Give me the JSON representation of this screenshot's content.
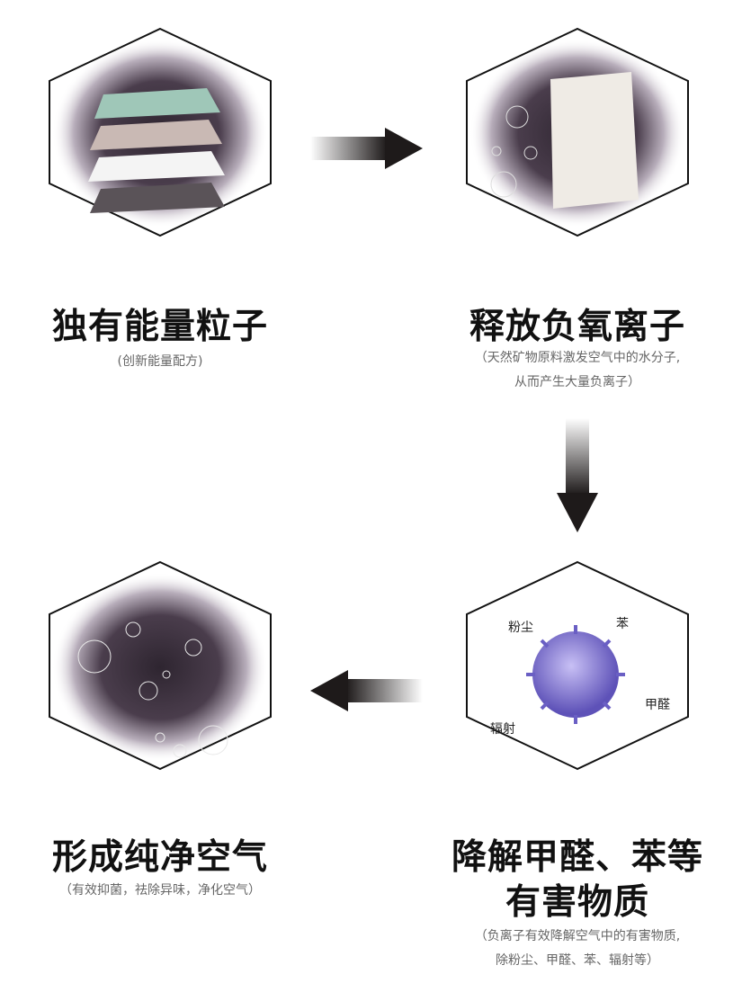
{
  "steps": [
    {
      "title": "独有能量粒子",
      "subtitle": [
        "(创新能量配方)"
      ],
      "icon": "layered-panels-image"
    },
    {
      "title": "释放负氧离子",
      "subtitle": [
        "（天然矿物原料激发空气中的水分子,",
        "从而产生大量负离子）"
      ],
      "icon": "bubbles-panel-image"
    },
    {
      "title": "降解甲醛、苯等",
      "title2": "有害物质",
      "subtitle": [
        "（负离子有效降解空气中的有害物质,",
        "除粉尘、甲醛、苯、辐射等）"
      ],
      "icon": "virus-image",
      "labels": {
        "dust": "粉尘",
        "benzene": "苯",
        "formaldehyde": "甲醛",
        "radiation": "辐射"
      }
    },
    {
      "title": "形成纯净空气",
      "subtitle": [
        "（有效抑菌，祛除异味，净化空气）"
      ],
      "icon": "bubbles-image"
    }
  ],
  "colors": {
    "accent": "#2a2226",
    "halo": "#3b2f3f",
    "virus": "#7a6fd0"
  }
}
